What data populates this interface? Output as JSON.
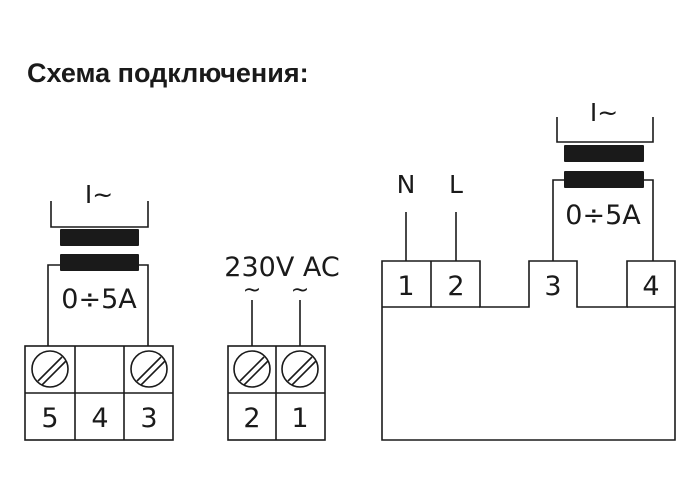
{
  "title": "Схема подключения:",
  "left_block": {
    "current_label": "I~",
    "range_label": "0÷5A",
    "terminals": [
      "5",
      "4",
      "3"
    ]
  },
  "power_block": {
    "voltage_label": "230V AC",
    "tilde_1": "~",
    "tilde_2": "~",
    "terminals": [
      "2",
      "1"
    ]
  },
  "right_block": {
    "n_label": "N",
    "l_label": "L",
    "current_label": "I~",
    "range_label": "0÷5A",
    "terminals": [
      "1",
      "2",
      "3",
      "4"
    ]
  },
  "colors": {
    "line": "#1a1a1a",
    "background": "#ffffff"
  },
  "icons": [
    "screw-terminal-icon",
    "current-transformer-icon"
  ]
}
